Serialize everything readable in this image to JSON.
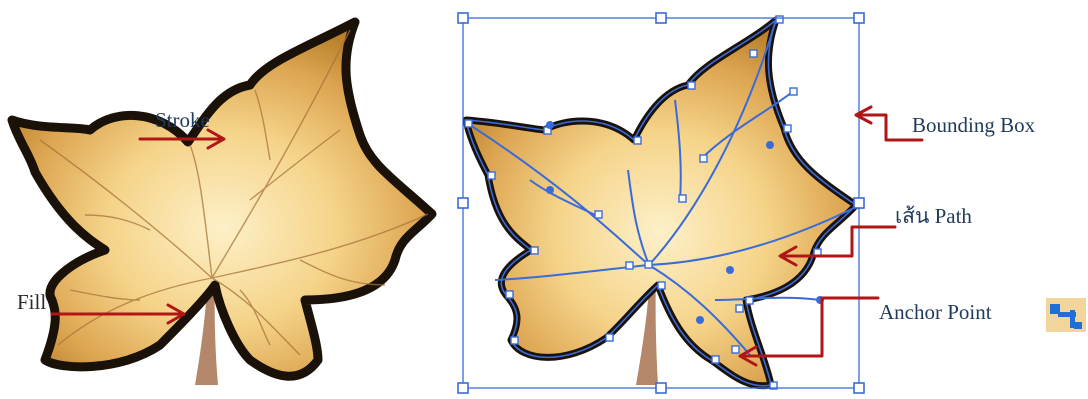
{
  "labels": {
    "stroke": "Stroke",
    "fill": "Fill",
    "bounding_box": "Bounding Box",
    "path": "เส้น Path",
    "anchor_point": "Anchor Point"
  },
  "colors": {
    "arrow": "#b01616",
    "selection": "#3a6bd8",
    "leaf_light": "#fbe7b4",
    "leaf_dark": "#c08a2c",
    "outline": "#1a1208",
    "stem": "#b5876a",
    "label_text": "#1f3a5a"
  },
  "icons": [
    "anchor-point-tool-icon"
  ]
}
